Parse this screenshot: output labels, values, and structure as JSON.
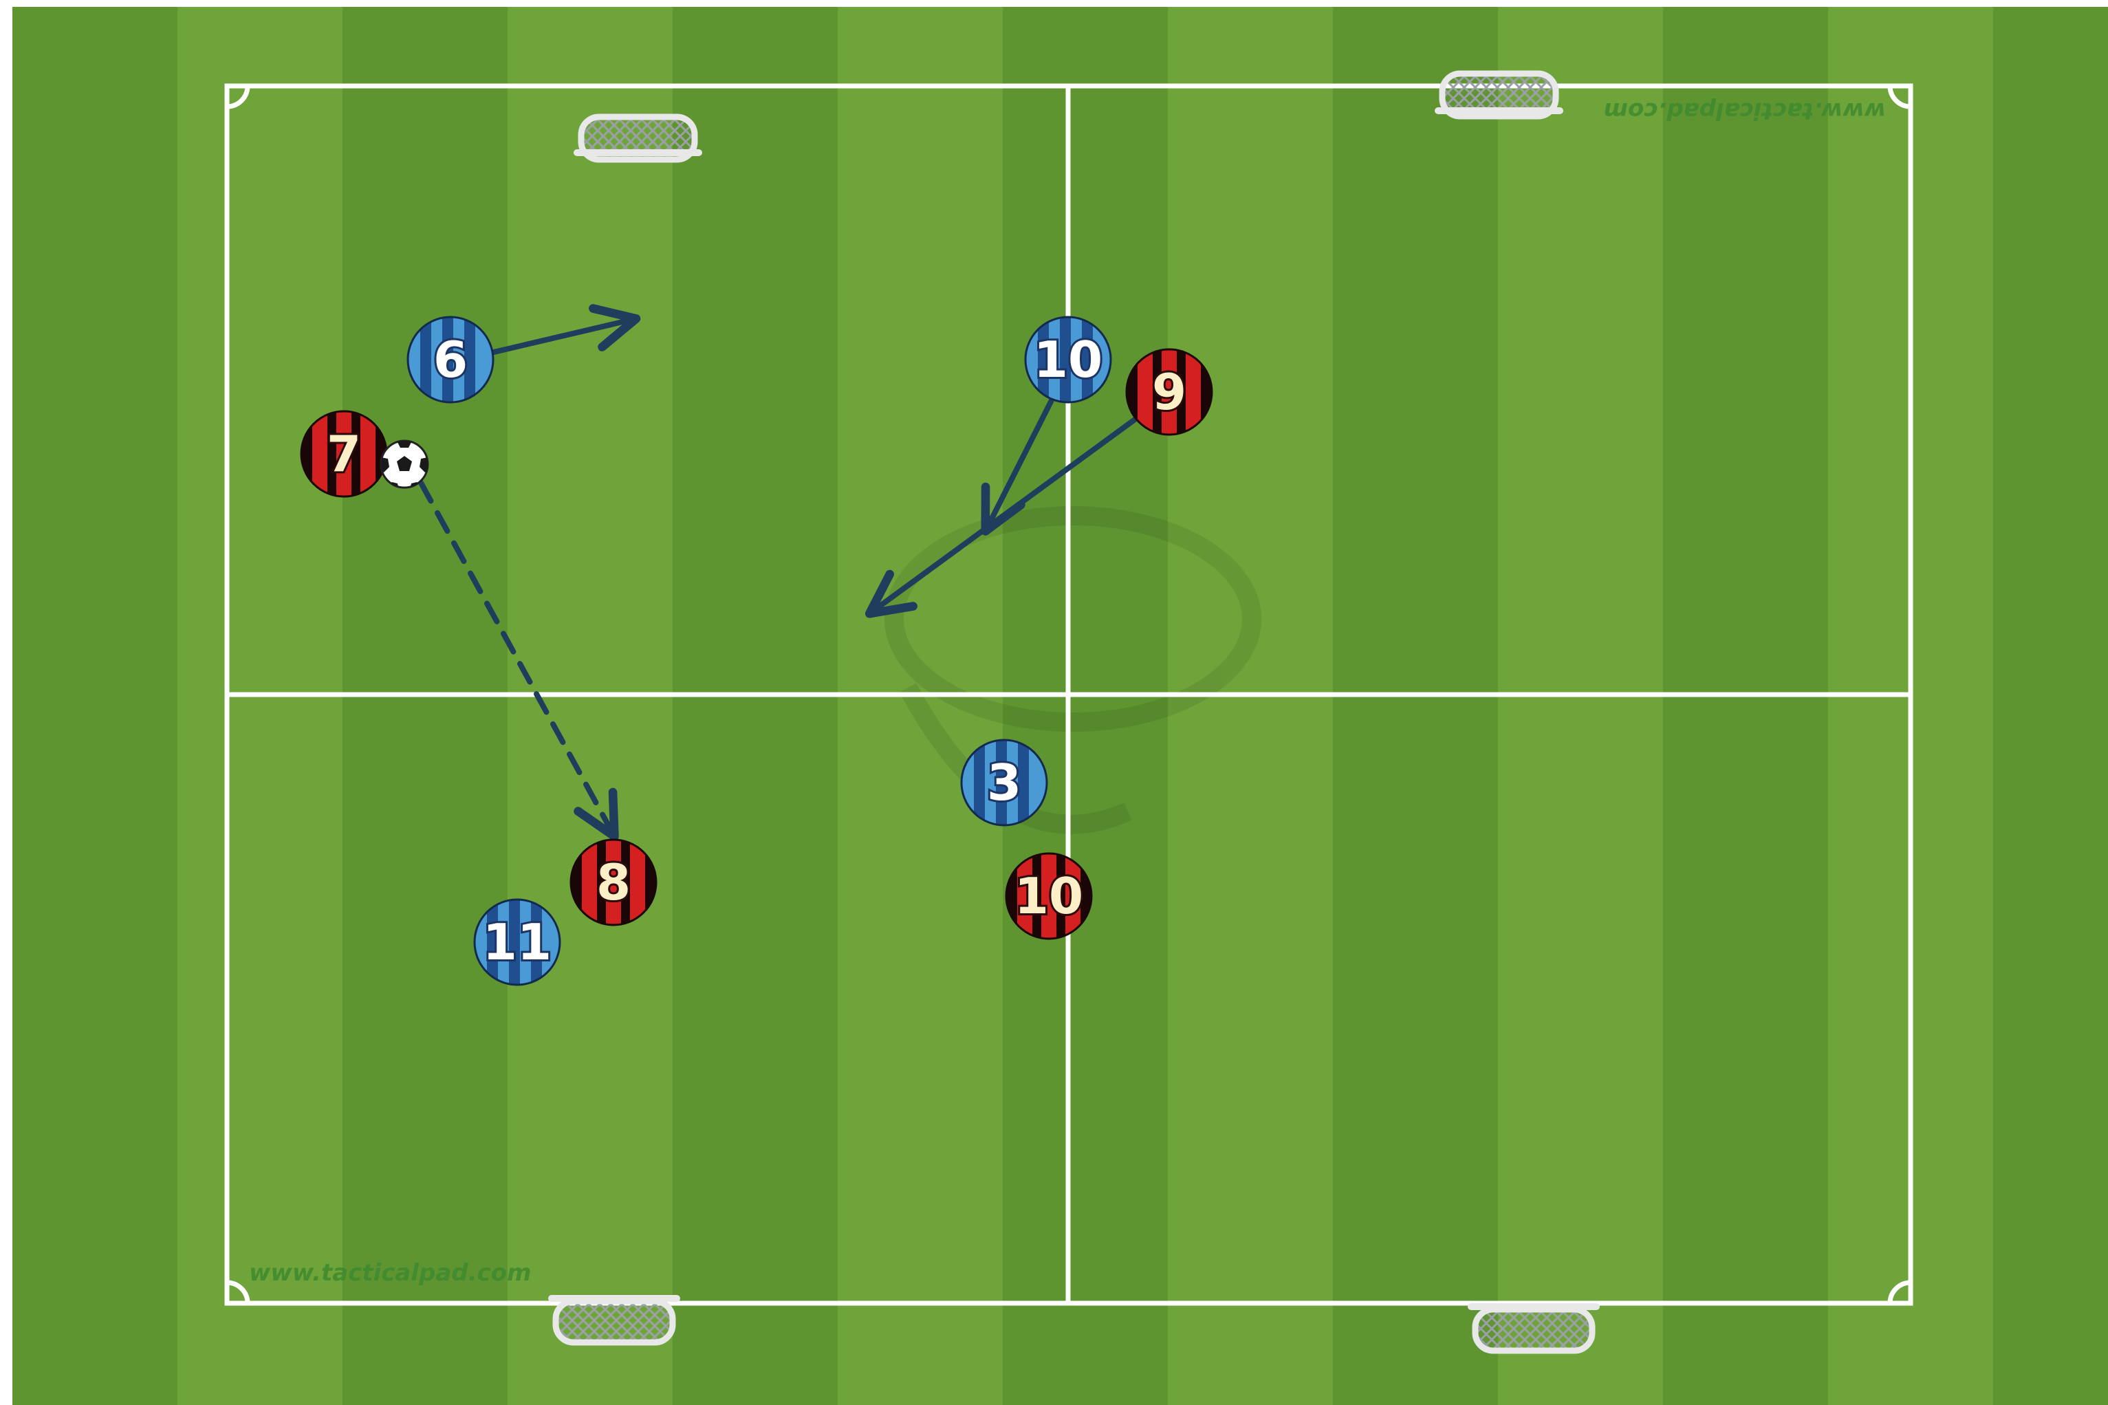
{
  "watermarks": {
    "bottom_left": "www.tacticalpad.com",
    "top_right": "www.tacticalpad.com"
  },
  "colors": {
    "grass_light": "#6fa43a",
    "grass_dark": "#5a9130",
    "lines": "#ffffff",
    "blue_team": "#4a9ad6",
    "blue_team_stripe": "#1f4f8f",
    "red_team": "#d42020",
    "red_team_stripe": "#1a0606",
    "arrows": "#1f3d5c"
  },
  "players": {
    "blue_6": "6",
    "blue_10": "10",
    "blue_3": "3",
    "blue_11": "11",
    "red_7": "7",
    "red_9": "9",
    "red_8": "8",
    "red_10": "10"
  },
  "icons": {
    "goal": "mini-goal-icon",
    "ball": "soccer-ball-icon",
    "run": "movement-arrow",
    "pass": "pass-arrow-dashed"
  }
}
